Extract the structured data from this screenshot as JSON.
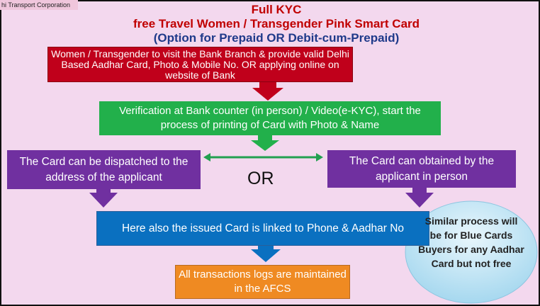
{
  "header": {
    "organization": "hi Transport Corporation"
  },
  "title": {
    "line1": "Full KYC",
    "line2": "free Travel Women / Transgender Pink Smart Card",
    "line3": "(Option for Prepaid OR Debit-cum-Prepaid)"
  },
  "steps": {
    "visit_bank": "Women / Transgender to visit the Bank Branch & provide valid Delhi Based Aadhar Card, Photo & Mobile No. OR applying online on website of Bank",
    "verification": "Verification at Bank counter (in person) / Video(e-KYC), start the process of printing of Card with Photo & Name",
    "dispatch": "The Card can be dispatched to the address of the applicant",
    "in_person": "The Card can obtained by the applicant in person",
    "or_label": "OR",
    "linked": "Here also the issued Card is linked to Phone & Aadhar No",
    "logs": "All transactions logs are maintained in the AFCS",
    "note": "Similar process will be for Blue Cards Buyers for any Aadhar Card but not free"
  },
  "colors": {
    "red": "#c0001b",
    "green": "#22b04b",
    "purple": "#7030a0",
    "blue": "#0a70c0",
    "orange": "#ef8a22",
    "background": "#f3d8ee"
  }
}
